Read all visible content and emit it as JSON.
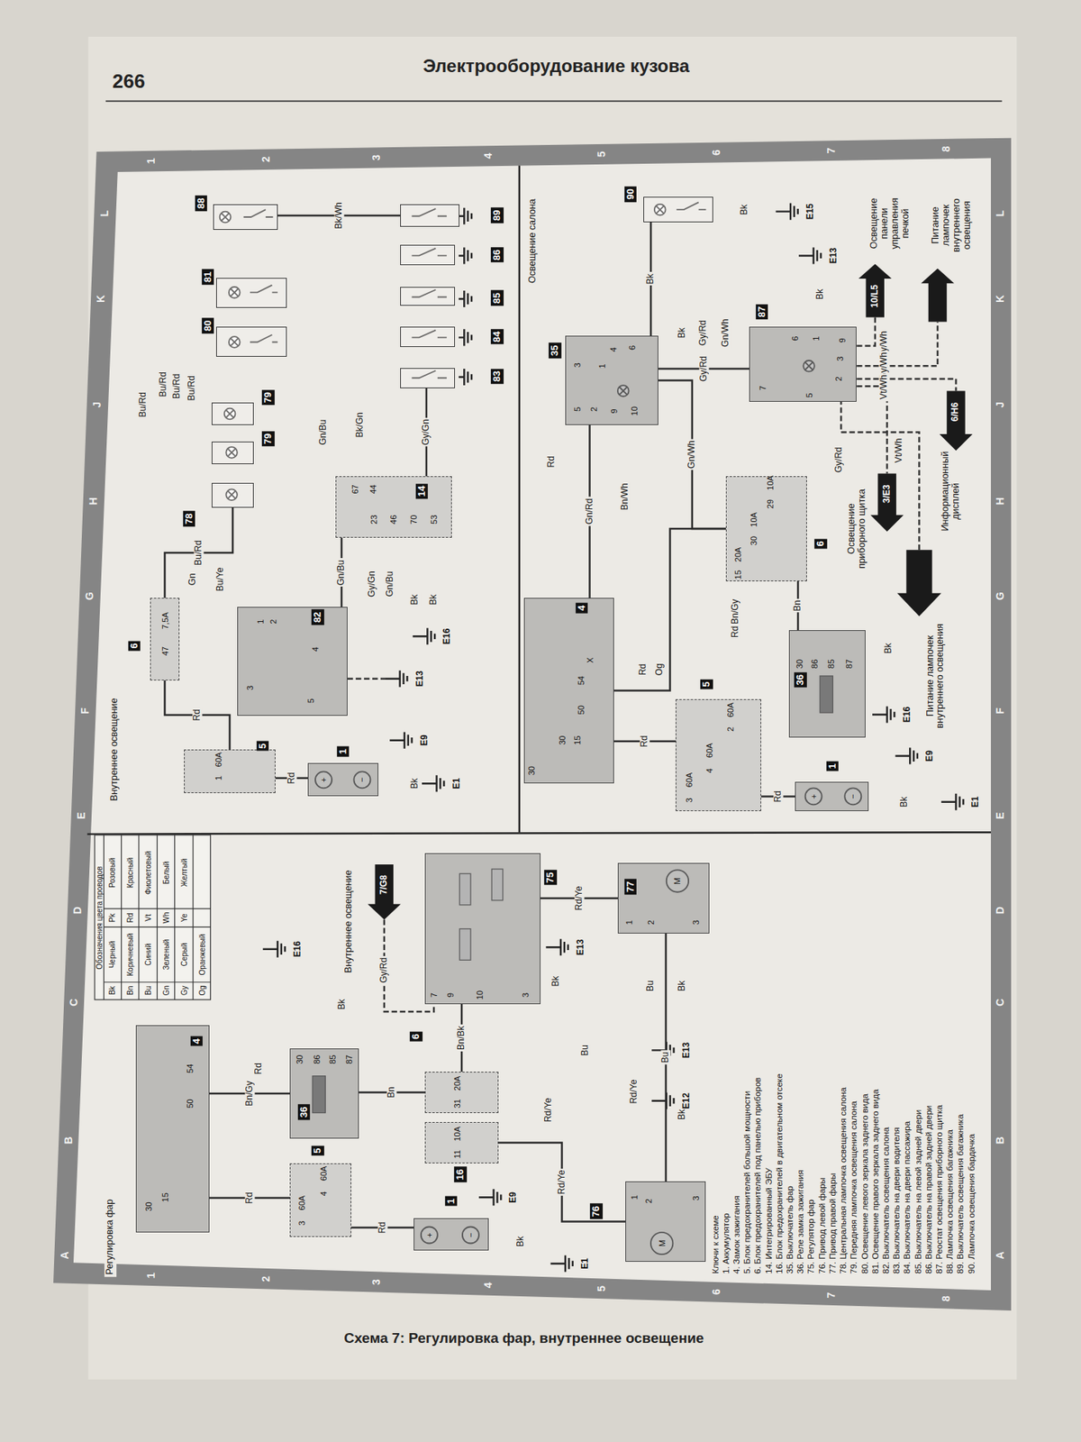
{
  "diagram": {
    "title": "Электрооборудование кузова",
    "caption": "Схема 7: Регулировка фар, внутреннее освещение",
    "nodes": [
      {
        "text": [
          "88"
        ]
      },
      {
        "text": [
          "89"
        ]
      },
      {
        "text": [
          "81"
        ]
      },
      {
        "text": [
          "80"
        ]
      },
      {
        "text": [
          "86"
        ]
      },
      {
        "text": [
          "85"
        ]
      },
      {
        "text": [
          "84"
        ]
      },
      {
        "text": [
          "83"
        ]
      },
      {
        "text": [
          "79"
        ]
      },
      {
        "text": [
          "79"
        ]
      },
      {
        "text": [
          "78"
        ]
      },
      {
        "text": [
          "14"
        ]
      },
      {
        "text": [
          "6"
        ]
      },
      {
        "text": [
          "82"
        ]
      },
      {
        "text": [
          "5"
        ]
      },
      {
        "text": [
          "1"
        ]
      },
      {
        "text": [
          "90"
        ]
      },
      {
        "text": [
          "35"
        ]
      },
      {
        "text": [
          "87"
        ]
      },
      {
        "text": [
          "6"
        ]
      },
      {
        "text": [
          "4"
        ]
      },
      {
        "text": [
          "36"
        ]
      },
      {
        "text": [
          "5"
        ]
      },
      {
        "text": [
          "1"
        ]
      },
      {
        "text": [
          "75"
        ]
      },
      {
        "text": [
          "77"
        ]
      },
      {
        "text": [
          "4"
        ]
      },
      {
        "text": [
          "36"
        ]
      },
      {
        "text": [
          "6"
        ]
      },
      {
        "text": [
          "16"
        ]
      },
      {
        "text": [
          "5"
        ]
      },
      {
        "text": [
          "1"
        ]
      },
      {
        "text": [
          "76"
        ]
      }
    ],
    "edges": [
      {
        "from": 0,
        "to": 1,
        "arrow": "none",
        "label": "Bk/Wh"
      },
      {
        "from": 15,
        "to": 14,
        "arrow": "none",
        "label": "Rd"
      },
      {
        "from": 14,
        "to": 12,
        "arrow": "none",
        "label": "Rd"
      },
      {
        "from": 12,
        "to": 10,
        "arrow": "none",
        "label": "Bu/Rd"
      },
      {
        "from": 13,
        "to": 11,
        "arrow": "none",
        "label": "Gn/Bu"
      },
      {
        "from": 11,
        "to": 7,
        "arrow": "none",
        "label": "Gy/Gn"
      },
      {
        "from": 16,
        "to": 17,
        "arrow": "none",
        "label": "Bk"
      },
      {
        "from": 20,
        "to": 17,
        "arrow": "none",
        "label": "Gn/Rd"
      },
      {
        "from": 17,
        "to": 18,
        "arrow": "none",
        "label": "Gy/Rd"
      },
      {
        "from": 17,
        "to": 19,
        "arrow": "none",
        "label": "Gn/Wh"
      },
      {
        "from": 21,
        "to": 19,
        "arrow": "none",
        "label": "Bn"
      },
      {
        "from": 22,
        "to": 20,
        "arrow": "none",
        "label": "Rd"
      },
      {
        "from": 23,
        "to": 22,
        "arrow": "none",
        "label": "Rd"
      },
      {
        "from": 20,
        "to": 19,
        "arrow": "none"
      },
      {
        "from": 31,
        "to": 30,
        "arrow": "none",
        "label": "Rd"
      },
      {
        "from": 30,
        "to": 26,
        "arrow": "none",
        "label": "Rd"
      },
      {
        "from": 26,
        "to": 27,
        "arrow": "none",
        "label": "Bn/Gy"
      },
      {
        "from": 27,
        "to": 28,
        "arrow": "none",
        "label": "Bn"
      },
      {
        "from": 28,
        "to": 24,
        "arrow": "none",
        "label": "Bn/Bk"
      },
      {
        "from": 24,
        "to": 25,
        "arrow": "none",
        "label": "Rd/Ye"
      },
      {
        "from": 29,
        "to": 32,
        "arrow": "none",
        "label": "Rd/Ye"
      },
      {
        "from": 25,
        "to": 32,
        "arrow": "none",
        "label": "Bu"
      }
    ],
    "labels": [
      "266",
      "1",
      "2",
      "3",
      "4",
      "5",
      "6",
      "7",
      "8",
      "L",
      "K",
      "J",
      "H",
      "G",
      "F",
      "E",
      "D",
      "C",
      "B",
      "A",
      "1",
      "2",
      "3",
      "4",
      "5",
      "6",
      "7",
      "8",
      "L",
      "K",
      "J",
      "H",
      "G",
      "F",
      "E",
      "D",
      "C",
      "B",
      "A",
      "Внутреннее освещение",
      "Bu/Rd",
      "Bu/Rd",
      "Bu/Rd",
      "Bu/Rd",
      "Gn/Bu",
      "67",
      "44",
      "23",
      "46",
      "70",
      "53",
      "47",
      "7,5A",
      "1",
      "2",
      "3",
      "4",
      "5",
      "Gy/Gn",
      "Gn/Bu",
      "Bk",
      "Bk",
      "E16",
      "E13",
      "E9",
      "E1",
      "1",
      "60A",
      "+",
      "−",
      "Bk",
      "Освещение салона",
      "Bk",
      "E15",
      "E13",
      "Bk",
      "10/L5",
      "Освещение панели управления печкой",
      "Питание лампочек внутреннего освещения",
      "3",
      "4",
      "6",
      "1",
      "5",
      "2",
      "9",
      "10",
      "9",
      "1",
      "7",
      "3",
      "2",
      "6",
      "5",
      "Gy/Wh",
      "Gy/Wh",
      "Vt/Wh",
      "6/H6",
      "Информационный дисплей",
      "Vt/Wh",
      "3/E3",
      "Освещение приборного щитка",
      "Gy/Rd",
      "Gn/Wh",
      "Bk",
      "Gy/Rd",
      "29",
      "10A",
      "30",
      "10A",
      "15",
      "20A",
      "Питание лампочек внутреннего освещения",
      "Rd",
      "Rd",
      "Og",
      "X",
      "54",
      "50",
      "15",
      "30",
      "30",
      "30",
      "86",
      "85",
      "87",
      "2",
      "60A",
      "4",
      "60A",
      "3",
      "60A",
      "Bk",
      "E16",
      "E9",
      "E1",
      "Bk",
      "+",
      "−",
      "Rd",
      "Bn/Wh",
      "Регулировка фар",
      "Обозначения цвета проводов",
      "Bk",
      "Черный",
      "Pk",
      "Розовый",
      "Bn",
      "Коричневый",
      "Rd",
      "Красный",
      "Bu",
      "Синий",
      "Vt",
      "Фиолетовый",
      "Gn",
      "Зеленый",
      "Wh",
      "Белый",
      "Gy",
      "Серый",
      "Ye",
      "Желтый",
      "Og",
      "Оранжевый",
      "E16",
      "Внутреннее освещение",
      "7/G8",
      "Gy/Rd",
      "Bk",
      "7",
      "9",
      "10",
      "3",
      "E13",
      "Bk",
      "1",
      "2",
      "3",
      "Bu",
      "Bk",
      "54",
      "50",
      "30",
      "15",
      "Rd",
      "30",
      "86",
      "85",
      "87",
      "31",
      "20A",
      "11",
      "10A",
      "Bu",
      "Rd/Ye",
      "Rd/Ye",
      "Bk",
      "E13",
      "E12",
      "E9",
      "E1",
      "4",
      "60A",
      "3",
      "60A",
      "Bk",
      "+",
      "−",
      "1",
      "2",
      "3",
      "Ключи к схеме",
      "1. Аккумулятор",
      "4. Замок зажигания",
      "5. Блок предохранителей большой мощности",
      "6. Блок предохранителей под панелью приборов",
      "14. Интегрированный ЭБУ",
      "16. Блок предохранителей в двигательном отсеке",
      "35. Выключатель фар",
      "36. Реле замка зажигания",
      "75. Регулятор фар",
      "76. Привод левой фары",
      "77. Привод правой фары",
      "78. Центральная лампочка освещения салона",
      "79. Передняя лампочка освещения салона",
      "80. Освещение левого зеркала заднего вида",
      "81. Освещение правого зеркала заднего вида",
      "82. Выключатель освещения салона",
      "83. Выключатель на двери водителя",
      "84. Выключатель на двери пассажира",
      "85. Выключатель на левой задней двери",
      "86. Выключатель на правой задней двери",
      "87. Реостат освещения приборного щитка",
      "88. Лампочка освещения багажника",
      "89. Выключатель освещения багажника",
      "90. Лампочка освещения бардачка",
      "M",
      "M",
      "Gn",
      "Bu/Ye",
      "Bk/Gn",
      "Bn/Gy"
    ]
  }
}
